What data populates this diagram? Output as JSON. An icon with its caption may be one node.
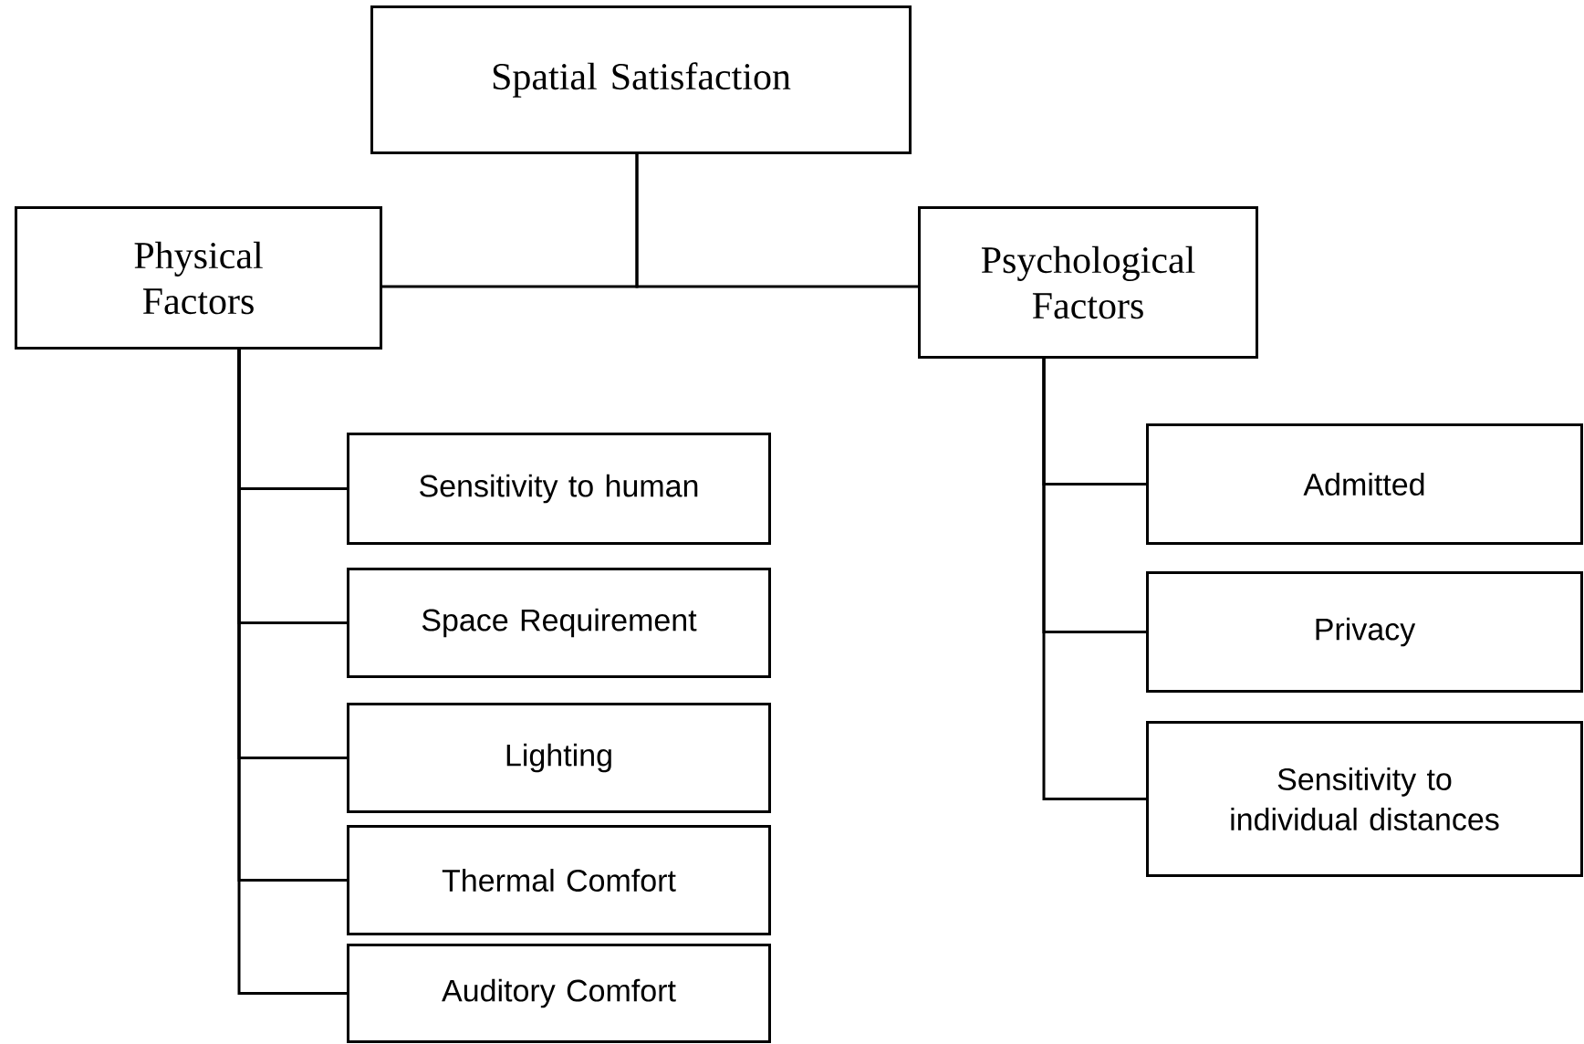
{
  "diagram": {
    "nodes": [
      {
        "text": [
          "Spatial Satisfaction"
        ]
      },
      {
        "text": [
          "Physical Factors"
        ]
      },
      {
        "text": [
          "Psychological Factors"
        ]
      },
      {
        "text": [
          "Sensitivity to human"
        ]
      },
      {
        "text": [
          "Space Requirement"
        ]
      },
      {
        "text": [
          "Lighting"
        ]
      },
      {
        "text": [
          "Thermal Comfort"
        ]
      },
      {
        "text": [
          "Auditory Comfort"
        ]
      },
      {
        "text": [
          "Admitted"
        ]
      },
      {
        "text": [
          "Privacy"
        ]
      },
      {
        "text": [
          "Sensitivity to individual distances"
        ]
      }
    ],
    "edges": [
      {
        "from": 0,
        "to": 1,
        "arrow": "none"
      },
      {
        "from": 0,
        "to": 2,
        "arrow": "none"
      },
      {
        "from": 1,
        "to": 3,
        "arrow": "none"
      },
      {
        "from": 1,
        "to": 4,
        "arrow": "none"
      },
      {
        "from": 1,
        "to": 5,
        "arrow": "none"
      },
      {
        "from": 1,
        "to": 6,
        "arrow": "none"
      },
      {
        "from": 1,
        "to": 7,
        "arrow": "none"
      },
      {
        "from": 2,
        "to": 8,
        "arrow": "none"
      },
      {
        "from": 2,
        "to": 9,
        "arrow": "none"
      },
      {
        "from": 2,
        "to": 10,
        "arrow": "none"
      }
    ]
  }
}
